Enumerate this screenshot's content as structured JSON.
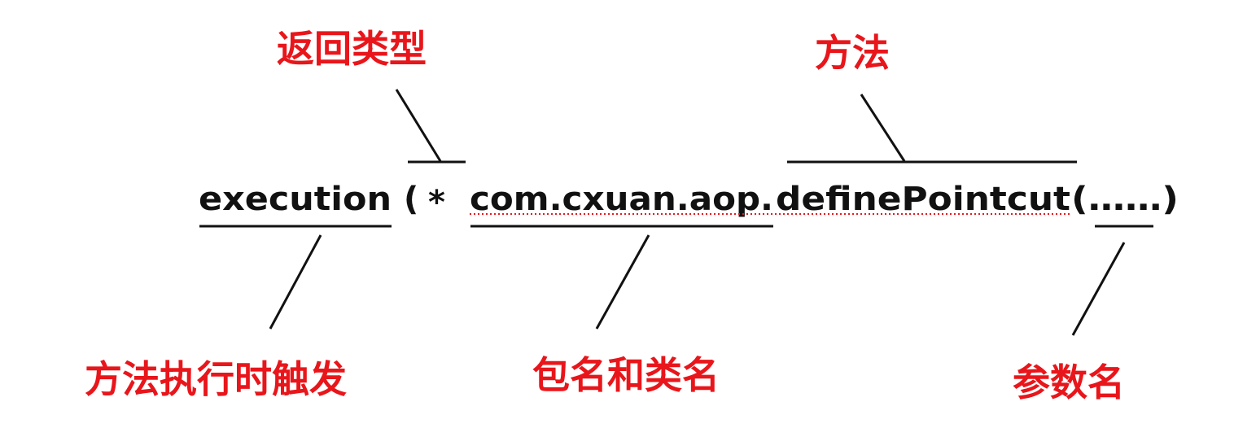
{
  "expression": {
    "execution": "execution",
    "open_paren": "(",
    "return_wildcard": "*",
    "package_class": "com.cxuan.aop.",
    "method": "definePointcut",
    "params": "(……)",
    "spell_underline_color": "#e8161b"
  },
  "annotations": {
    "return_type": "返回类型",
    "method": "方法",
    "trigger": "方法执行时触发",
    "package_and_class": "包名和类名",
    "param_name": "参数名"
  },
  "colors": {
    "annotation_text": "#e8161b",
    "code_text": "#111111",
    "lines": "#111111"
  }
}
